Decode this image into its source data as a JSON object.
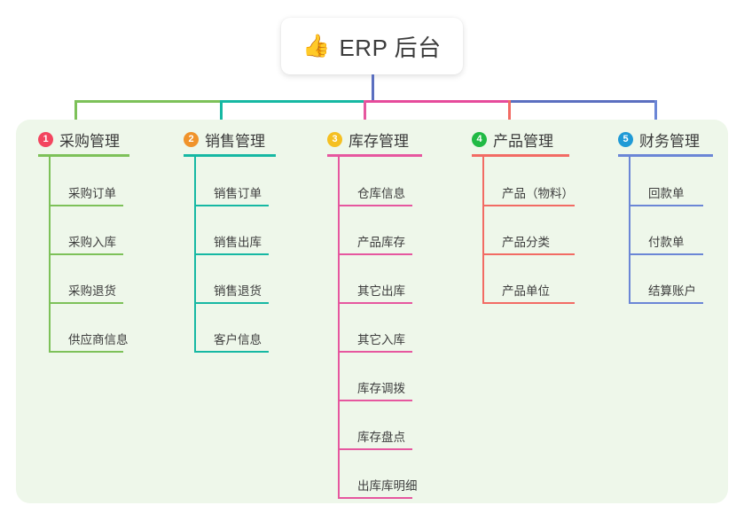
{
  "canvas": {
    "background": "#ffffff",
    "panel_background": "#eef7ea"
  },
  "root": {
    "icon": "thumbs-up-icon",
    "icon_glyph": "👍",
    "title": "ERP 后台"
  },
  "connector": {
    "trunk_color": "#5b6fc0",
    "bus_segments": [
      {
        "color": "#7dc159"
      },
      {
        "color": "#16b8a3"
      },
      {
        "color": "#e64b9b"
      },
      {
        "color": "#5b6fc0"
      },
      {
        "color": "#5b6fc0"
      }
    ]
  },
  "columns": [
    {
      "index": "1",
      "title": "采购管理",
      "badge_color": "#f3455f",
      "line_color": "#7dc159",
      "items": [
        {
          "label": "采购订单"
        },
        {
          "label": "采购入库"
        },
        {
          "label": "采购退货"
        },
        {
          "label": "供应商信息"
        }
      ]
    },
    {
      "index": "2",
      "title": "销售管理",
      "badge_color": "#f0932b",
      "line_color": "#16b8a3",
      "items": [
        {
          "label": "销售订单"
        },
        {
          "label": "销售出库"
        },
        {
          "label": "销售退货"
        },
        {
          "label": "客户信息"
        }
      ]
    },
    {
      "index": "3",
      "title": "库存管理",
      "badge_color": "#f5c022",
      "line_color": "#e6579f",
      "items": [
        {
          "label": "仓库信息"
        },
        {
          "label": "产品库存"
        },
        {
          "label": "其它出库"
        },
        {
          "label": "其它入库"
        },
        {
          "label": "库存调拨"
        },
        {
          "label": "库存盘点"
        },
        {
          "label": "出库库明细"
        }
      ]
    },
    {
      "index": "4",
      "title": "产品管理",
      "badge_color": "#21ba45",
      "line_color": "#f26b64",
      "items": [
        {
          "label": "产品（物料）"
        },
        {
          "label": "产品分类"
        },
        {
          "label": "产品单位"
        }
      ]
    },
    {
      "index": "5",
      "title": "财务管理",
      "badge_color": "#1f9ad6",
      "line_color": "#6b86d6",
      "items": [
        {
          "label": "回款单"
        },
        {
          "label": "付款单"
        },
        {
          "label": "结算账户"
        }
      ]
    }
  ]
}
